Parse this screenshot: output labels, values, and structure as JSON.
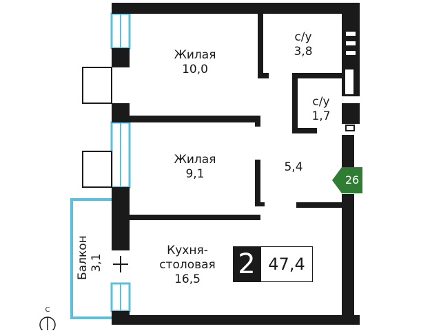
{
  "colors": {
    "wall": "#1a1a1a",
    "window": "#5bc0de",
    "tag": "#2e7d32",
    "background": "#ffffff"
  },
  "rooms": {
    "living1": {
      "name": "Жилая",
      "area": "10,0"
    },
    "bath1": {
      "name": "с/у",
      "area": "3,8"
    },
    "bath2": {
      "name": "с/у",
      "area": "1,7"
    },
    "living2": {
      "name": "Жилая",
      "area": "9,1"
    },
    "hall": {
      "area": "5,4"
    },
    "kitchen": {
      "name_line1": "Кухня-",
      "name_line2": "столовая",
      "area": "16,5"
    },
    "balcony": {
      "name": "Балкон",
      "area": "3,1"
    }
  },
  "summary": {
    "rooms_count": "2",
    "total_area": "47,4"
  },
  "apartment_tag": "26",
  "compass": {
    "letter": "С",
    "icon": "compass-icon"
  }
}
